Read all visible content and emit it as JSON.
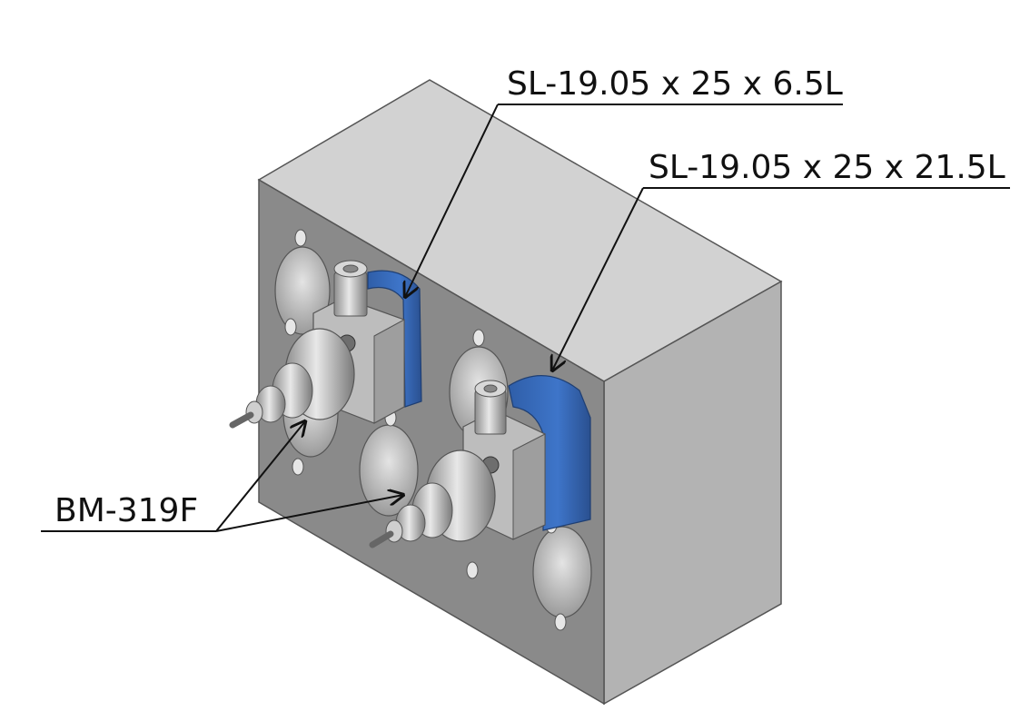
{
  "callouts": {
    "top_label": "SL-19.05 x 25 x 6.5L",
    "middle_label": "SL-19.05 x 25 x 21.5L",
    "bottom_label": "BM-319F"
  },
  "colors": {
    "block_top": "#d2d2d2",
    "block_front": "#8a8a8a",
    "block_side": "#b3b3b3",
    "accent_blue": "#3a6fc0",
    "callout_line": "#111111"
  }
}
